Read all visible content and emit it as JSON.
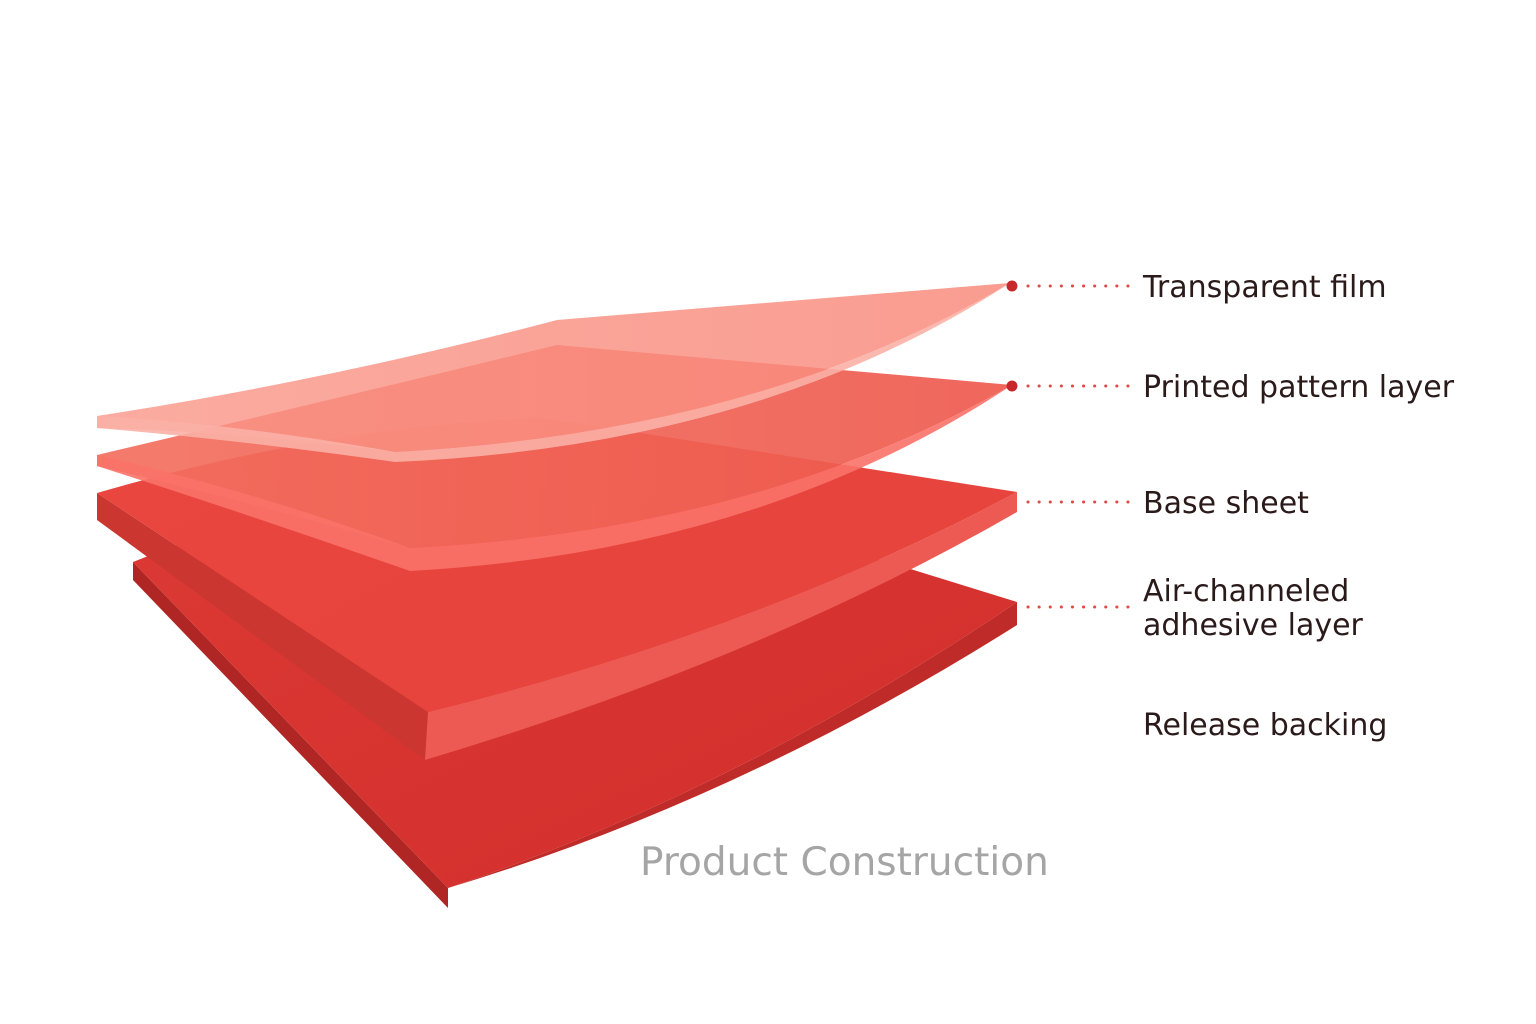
{
  "diagram": {
    "caption": "Product Construction",
    "layers": [
      {
        "id": "transparent-film",
        "label_lines": [
          "Transparent film"
        ]
      },
      {
        "id": "printed-pattern-layer",
        "label_lines": [
          "Printed pattern layer"
        ]
      },
      {
        "id": "base-sheet",
        "label_lines": [
          "Base sheet"
        ]
      },
      {
        "id": "air-channeled-adhesive-layer",
        "label_lines": [
          "Air-channeled",
          "adhesive layer"
        ]
      },
      {
        "id": "release-backing",
        "label_lines": [
          "Release backing"
        ]
      }
    ],
    "colors": {
      "backing_top": "#d8302d",
      "backing_side": "#b82826",
      "base_top": "#e8473f",
      "base_side": "#cf3a33",
      "pattern_top": "#f0695c",
      "film_top": "#f98a7e",
      "leader": "#e04a44",
      "marker": "#c8282c",
      "label_text": "#2a1a1a",
      "caption_text": "#a5a5a5"
    }
  }
}
